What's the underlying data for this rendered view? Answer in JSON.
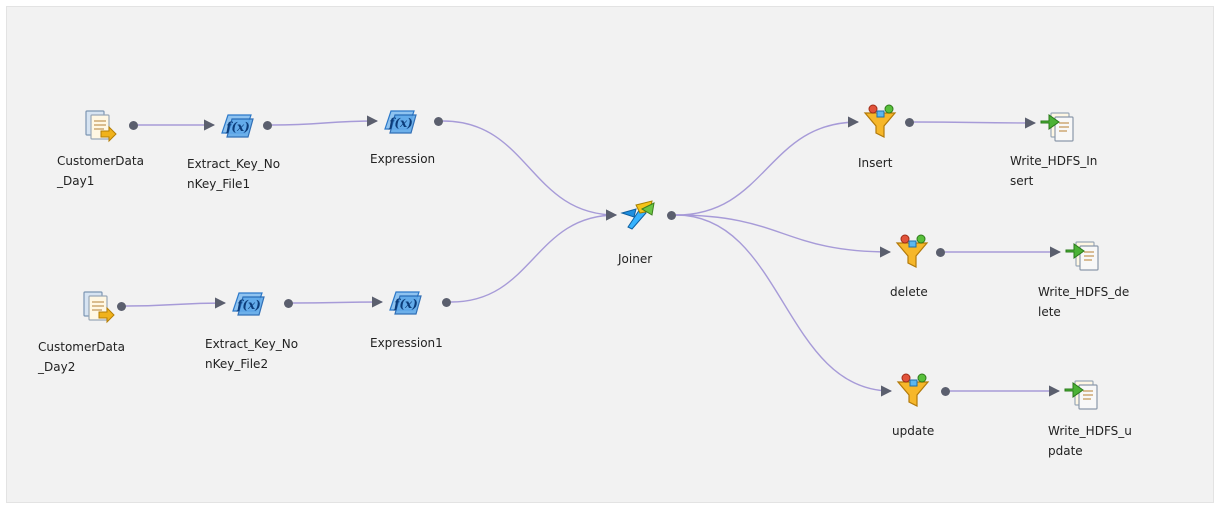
{
  "colors": {
    "canvas": "#f2f2f2",
    "edge": "#a79bd8",
    "port": "#5b5f6e",
    "label": "#222222"
  },
  "nodes": [
    {
      "id": "src1",
      "label": "CustomerData\n_Day1",
      "icon": "flat-file-source-icon"
    },
    {
      "id": "ek1",
      "label": "Extract_Key_No\nnKey_File1",
      "icon": "expression-transformation-icon"
    },
    {
      "id": "expr",
      "label": "Expression",
      "icon": "expression-transformation-icon"
    },
    {
      "id": "src2",
      "label": "CustomerData\n_Day2",
      "icon": "flat-file-source-icon"
    },
    {
      "id": "ek2",
      "label": "Extract_Key_No\nnKey_File2",
      "icon": "expression-transformation-icon"
    },
    {
      "id": "expr1",
      "label": "Expression1",
      "icon": "expression-transformation-icon"
    },
    {
      "id": "joiner",
      "label": "Joiner",
      "icon": "joiner-transformation-icon"
    },
    {
      "id": "insert",
      "label": "Insert",
      "icon": "filter-transformation-icon"
    },
    {
      "id": "delete",
      "label": "delete",
      "icon": "filter-transformation-icon"
    },
    {
      "id": "update",
      "label": "update",
      "icon": "filter-transformation-icon"
    },
    {
      "id": "w_insert",
      "label": "Write_HDFS_In\nsert",
      "icon": "target-write-icon"
    },
    {
      "id": "w_delete",
      "label": "Write_HDFS_de\nlete",
      "icon": "target-write-icon"
    },
    {
      "id": "w_update",
      "label": "Write_HDFS_u\npdate",
      "icon": "target-write-icon"
    }
  ],
  "edges": [
    {
      "from": "src1",
      "to": "ek1"
    },
    {
      "from": "ek1",
      "to": "expr"
    },
    {
      "from": "expr",
      "to": "joiner"
    },
    {
      "from": "src2",
      "to": "ek2"
    },
    {
      "from": "ek2",
      "to": "expr1"
    },
    {
      "from": "expr1",
      "to": "joiner"
    },
    {
      "from": "joiner",
      "to": "insert"
    },
    {
      "from": "joiner",
      "to": "delete"
    },
    {
      "from": "joiner",
      "to": "update"
    },
    {
      "from": "insert",
      "to": "w_insert"
    },
    {
      "from": "delete",
      "to": "w_delete"
    },
    {
      "from": "update",
      "to": "w_update"
    }
  ]
}
